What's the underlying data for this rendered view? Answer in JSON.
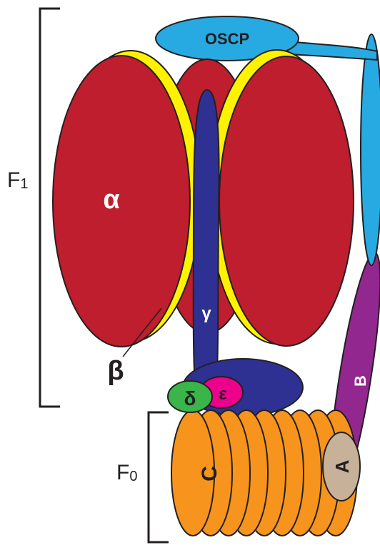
{
  "brackets": {
    "f1": {
      "label": "F",
      "subscript": "1"
    },
    "f0": {
      "label": "F",
      "subscript": "0"
    }
  },
  "subunits": {
    "oscp": "OSCP",
    "alpha": "α",
    "beta": "β",
    "gamma": "γ",
    "delta": "δ",
    "epsilon": "ε",
    "b": "B",
    "a": "A",
    "c": "C"
  },
  "colors": {
    "alpha_red": "#BE1E2D",
    "beta_yellow": "#FFF200",
    "gamma_navy": "#2E3192",
    "oscp_blue": "#27AAE1",
    "b_purple": "#92278F",
    "c_orange": "#F7941D",
    "delta_green": "#39B54A",
    "epsilon_pink": "#EC008C",
    "a_tan": "#C7B299"
  }
}
